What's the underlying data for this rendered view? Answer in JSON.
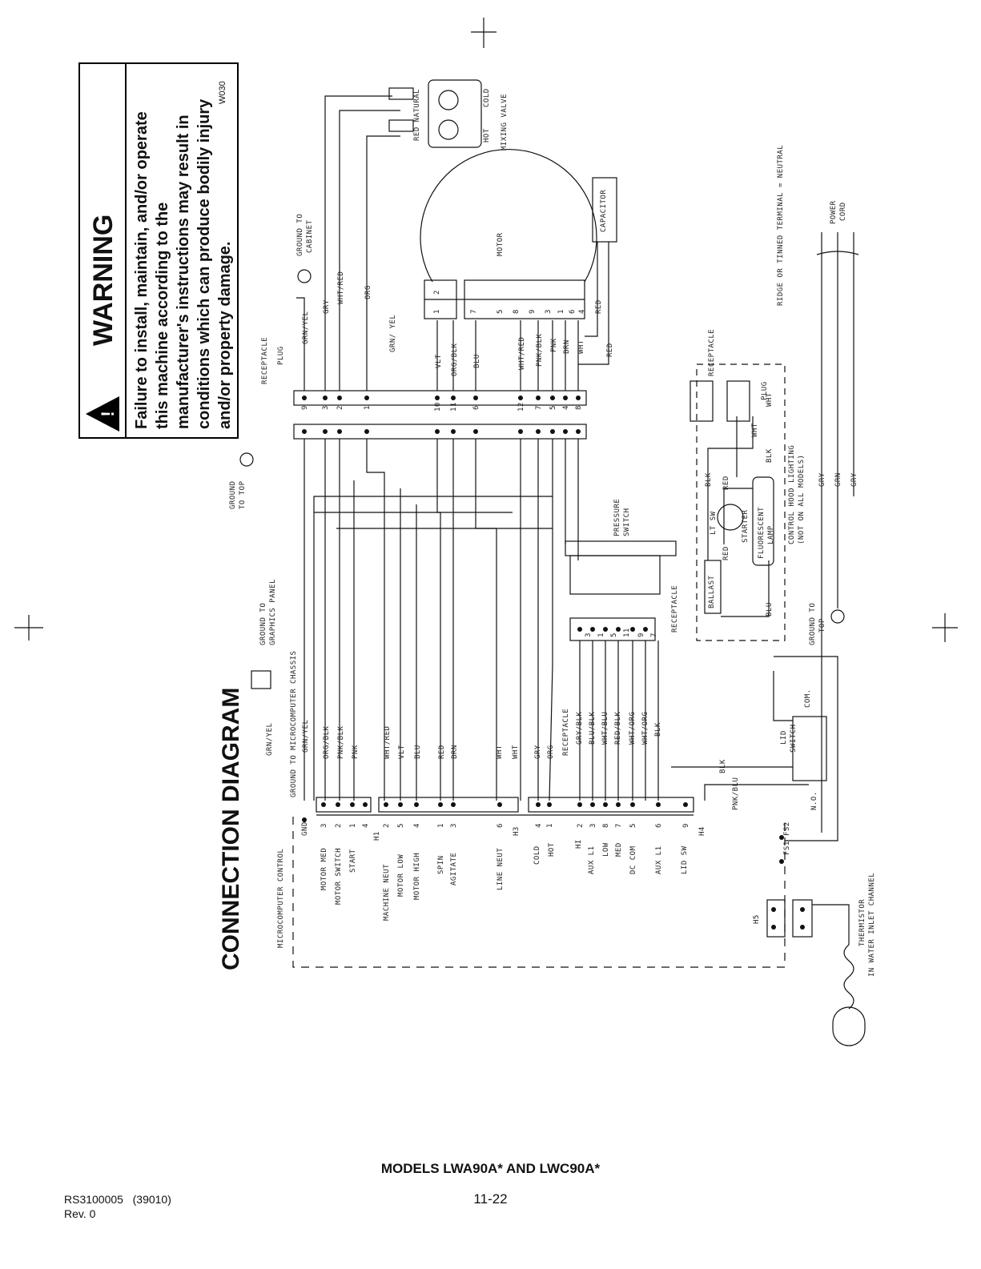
{
  "warning": {
    "title": "WARNING",
    "line1": "Failure to install, maintain, and/or operate",
    "line2": "this machine according to the",
    "line3": "manufacturer's instructions may result in",
    "line4": "conditions which can produce bodily injury",
    "line5": "and/or property damage.",
    "code": "W030"
  },
  "diagram": {
    "title": "CONNECTION  DIAGRAM",
    "labels": {
      "mixing_valve": "MIXING VALVE",
      "red_natural": "RED NATURAL",
      "hot": "HOT",
      "cold": "COLD",
      "motor": "MOTOR",
      "capacitor": "CAPACITOR",
      "ground_cabinet_1": "GROUND TO",
      "ground_cabinet_2": "CABINET",
      "ground_top_1": "GROUND",
      "ground_top_2": "TO TOP",
      "ground_graphics_1": "GROUND TO",
      "ground_graphics_2": "GRAPHICS PANEL",
      "ground_chassis": "GROUND TO MICROCOMPUTER CHASSIS",
      "receptacle_plug_1": "RECEPTACLE",
      "receptacle_plug_2": "PLUG",
      "pressure_switch_1": "PRESSURE",
      "pressure_switch_2": "SWITCH",
      "receptacle_right": "RECEPTACLE",
      "receptacle_mid": "RECEPTACLE",
      "receptacle_h4": "RECEPTACLE",
      "plug_right": "PLUG",
      "ballast": "BALLAST",
      "starter": "STARTER",
      "lt_sw": "LT SW",
      "fluorescent_1": "FLUORESCENT",
      "fluorescent_2": "LAMP",
      "control_hood_1": "CONTROL HOOD LIGHTING",
      "control_hood_2": "(NOT ON ALL MODELS)",
      "ridge_neutral": "RIDGE OR TINNED TERMINAL = NEUTRAL",
      "power_cord_1": "POWER",
      "power_cord_2": "CORD",
      "ground_to_top_b1": "GROUND TO",
      "ground_to_top_b2": "TOP",
      "lid_switch_1": "LID",
      "lid_switch_2": "SWITCH",
      "com": "COM.",
      "no": "N.O.",
      "micro_control": "MICROCOMPUTER CONTROL",
      "thermistor_1": "THERMISTOR",
      "thermistor_2": "IN WATER INLET CHANNEL",
      "fs1": "FS1",
      "fs2": "FS2",
      "h1": "H1",
      "h3": "H3",
      "h4": "H4",
      "h5": "H5",
      "gnd": "GND"
    },
    "upper_wires": [
      "GRN/YEL",
      "GRY",
      "WHT/RED",
      "ORG",
      "GRN/ YEL",
      "VLT",
      "ORG/BLK",
      "BLU",
      "WHT/RED",
      "PNK/BLK",
      "PNK",
      "BRN",
      "WHT",
      "RED",
      "RED"
    ],
    "lower_wires": [
      "GRN/YEL",
      "GRN/YEL",
      "ORG/BLK",
      "PNK/BLK",
      "PNK",
      "WHT/RED",
      "VLT",
      "BLU",
      "RED",
      "BRN",
      "WHT",
      "WHT",
      "GRY",
      "ORG"
    ],
    "h4_wires": [
      "GRY/BLK",
      "BLU/BLK",
      "WHT/BLU",
      "RED/BLK",
      "WHT/ORG",
      "WHT/ORG",
      "BLK"
    ],
    "right_wires": [
      "BLK",
      "RED",
      "WHT",
      "BLK",
      "WHT",
      "BLU",
      "RED",
      "GRY",
      "GRN",
      "GRY"
    ],
    "function_labels": [
      "MOTOR MED",
      "MOTOR SWITCH",
      "START",
      "MACHINE NEUT",
      "MOTOR LOW",
      "MOTOR HIGH",
      "SPIN",
      "AGITATE",
      "LINE NEUT",
      "COLD",
      "HOT",
      "HI",
      "AUX L1",
      "LOW",
      "MED",
      "DC COM",
      "AUX L1",
      "LID SW"
    ],
    "plug_pins": [
      "9",
      "3",
      "2",
      "1",
      "10",
      "11",
      "6",
      "12",
      "7",
      "5",
      "4",
      "8"
    ],
    "motor_pins": [
      "2",
      "1",
      "7",
      "5",
      "8",
      "9",
      "3",
      "1",
      "6",
      "4"
    ],
    "h4_pins": [
      "3",
      "1",
      "5",
      "11",
      "9",
      "7"
    ],
    "h_pins": [
      "3",
      "2",
      "1",
      "4",
      "2",
      "5",
      "4",
      "1",
      "3",
      "6",
      "4",
      "1",
      "2",
      "3",
      "8",
      "7",
      "5",
      "6",
      "9"
    ],
    "blk_label": "BLK",
    "pnk_blu": "PNK/BLU"
  },
  "footer": {
    "models": "MODELS LWA90A* AND LWC90A*",
    "page": "11-22",
    "doc": "RS3100005   (39010)",
    "rev": "Rev. 0"
  }
}
